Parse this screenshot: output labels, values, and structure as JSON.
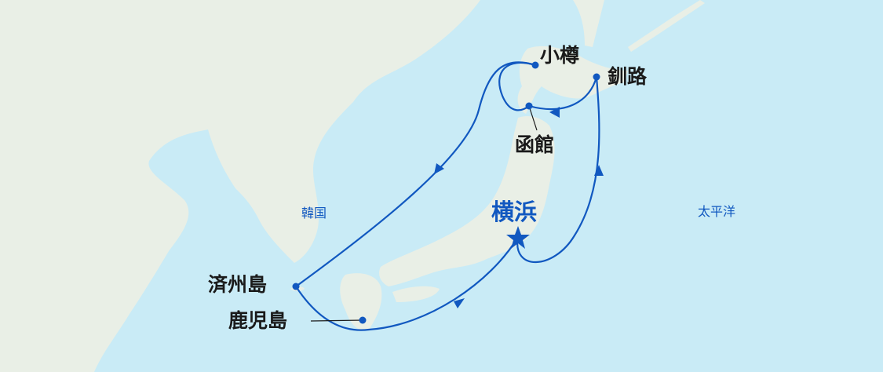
{
  "ports": {
    "otaru": "小樽",
    "kushiro": "釧路",
    "hakodate": "函館",
    "yokohama": "横浜",
    "jeju": "済州島",
    "kagoshima": "鹿児島"
  },
  "regions": {
    "korea": "韓国",
    "pacific": "太平洋"
  },
  "colors": {
    "sea": "#c9ebf6",
    "land": "#e9efe6",
    "route": "#1158c0",
    "label": "#1a1a1a"
  }
}
